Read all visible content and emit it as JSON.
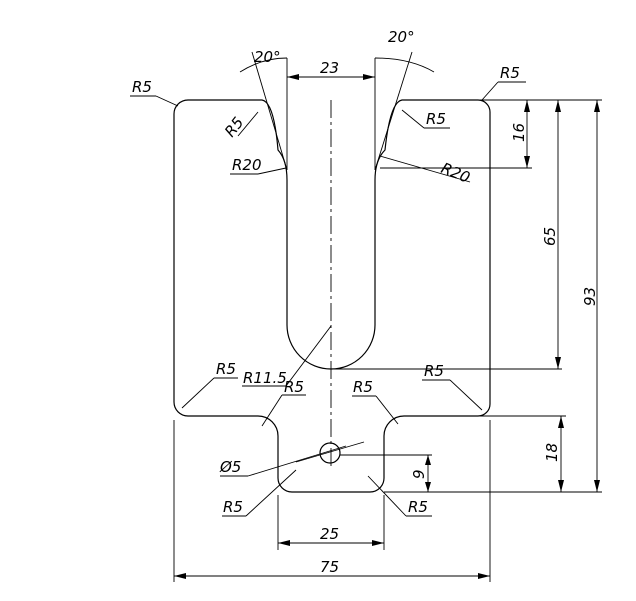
{
  "drawing": {
    "dimensions": {
      "width_overall": "75",
      "height_overall": "93",
      "slot_width": "23",
      "slot_depth": "65",
      "top_to_mark": "16",
      "tab_height": "18",
      "hole_offset": "9",
      "tab_width": "25"
    },
    "radii": {
      "r5_top_left": "R5",
      "r5_top_left_inner": "R5",
      "r5_top_right": "R5",
      "r5_top_right_inner": "R5",
      "r20_left": "R20",
      "r20_right": "R20",
      "r115": "R11.5",
      "r5_mid_left": "R5",
      "r5_mid_left_b": "R5",
      "r5_mid_right_a": "R5",
      "r5_mid_right_b": "R5",
      "r5_bottom_left": "R5",
      "r5_bottom_right": "R5"
    },
    "angles": {
      "left": "20°",
      "right": "20°"
    },
    "hole": "Ø5"
  }
}
